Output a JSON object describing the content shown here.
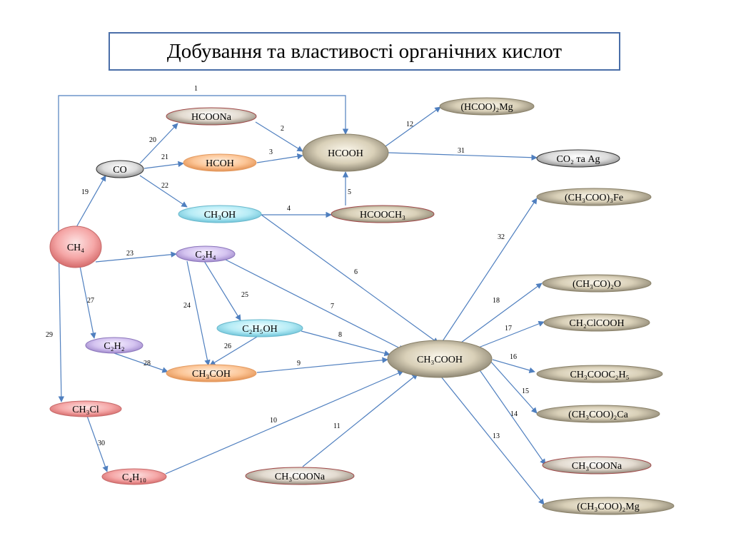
{
  "title": "Добування та властивості органічних кислот",
  "colors": {
    "line": "#4f7fbf",
    "border": "#4a6ea8"
  },
  "nodes": [
    {
      "id": "ch4",
      "label": "CH₄",
      "color": "pink"
    },
    {
      "id": "co",
      "label": "CO",
      "color": "gray"
    },
    {
      "id": "hcoona",
      "label": "HCOONa",
      "color": "mauve"
    },
    {
      "id": "hcoh",
      "label": "HCOH",
      "color": "orange"
    },
    {
      "id": "ch3oh",
      "label": "CH₃OH",
      "color": "cyan"
    },
    {
      "id": "hcooh",
      "label": "HCOOH",
      "color": "tan"
    },
    {
      "id": "hcooch3",
      "label": "HCOOCH₃",
      "color": "tan"
    },
    {
      "id": "hcoo2mg",
      "label": "(HCOO)₂Mg",
      "color": "tan"
    },
    {
      "id": "co2ag",
      "label": "CO₂ та Ag",
      "color": "gray"
    },
    {
      "id": "c2h4",
      "label": "C₂H₄",
      "color": "lavender"
    },
    {
      "id": "c2h5oh",
      "label": "C₂H₅OH",
      "color": "cyan"
    },
    {
      "id": "c2h2",
      "label": "C₂H₂",
      "color": "lavender"
    },
    {
      "id": "ch3coh",
      "label": "CH₃COH",
      "color": "orange"
    },
    {
      "id": "ch3cl",
      "label": "CH₃Cl",
      "color": "pink"
    },
    {
      "id": "c4h10",
      "label": "C₄H₁₀",
      "color": "pink"
    },
    {
      "id": "ch3coona_src",
      "label": "CH₃COONa",
      "color": "mauve"
    },
    {
      "id": "ch3cooh",
      "label": "CH₃COOH",
      "color": "tan"
    },
    {
      "id": "fe",
      "label": "(CH₃COO)₃Fe",
      "color": "tan"
    },
    {
      "id": "anh",
      "label": "(CH₃CO)₂O",
      "color": "tan"
    },
    {
      "id": "clac",
      "label": "CH₂ClCOOH",
      "color": "tan"
    },
    {
      "id": "ester",
      "label": "CH₃COOC₂H₅",
      "color": "tan"
    },
    {
      "id": "ca",
      "label": "(CH₃COO)₂Ca",
      "color": "tan"
    },
    {
      "id": "na",
      "label": "CH₃COONa",
      "color": "mauve"
    },
    {
      "id": "mg",
      "label": "(CH₃COO)₂Mg",
      "color": "tan"
    }
  ],
  "edges": [
    {
      "from": "ch4",
      "to": "hcooh",
      "label": "1"
    },
    {
      "from": "hcoona",
      "to": "hcooh",
      "label": "2"
    },
    {
      "from": "hcoh",
      "to": "hcooh",
      "label": "3"
    },
    {
      "from": "ch3oh",
      "to": "hcooch3",
      "label": "4"
    },
    {
      "from": "hcooch3",
      "to": "hcooh",
      "label": "5"
    },
    {
      "from": "ch3oh",
      "to": "ch3cooh",
      "label": "6"
    },
    {
      "from": "c2h4",
      "to": "ch3cooh",
      "label": "7"
    },
    {
      "from": "c2h5oh",
      "to": "ch3cooh",
      "label": "8"
    },
    {
      "from": "ch3coh",
      "to": "ch3cooh",
      "label": "9"
    },
    {
      "from": "c4h10",
      "to": "ch3cooh",
      "label": "10"
    },
    {
      "from": "ch3coona_src",
      "to": "ch3cooh",
      "label": "11"
    },
    {
      "from": "hcooh",
      "to": "hcoo2mg",
      "label": "12"
    },
    {
      "from": "ch3cooh",
      "to": "mg",
      "label": "13"
    },
    {
      "from": "ch3cooh",
      "to": "na",
      "label": "14"
    },
    {
      "from": "ch3cooh",
      "to": "ca",
      "label": "15"
    },
    {
      "from": "ch3cooh",
      "to": "ester",
      "label": "16"
    },
    {
      "from": "ch3cooh",
      "to": "clac",
      "label": "17"
    },
    {
      "from": "ch3cooh",
      "to": "anh",
      "label": "18"
    },
    {
      "from": "ch4",
      "to": "co",
      "label": "19"
    },
    {
      "from": "co",
      "to": "hcoona",
      "label": "20"
    },
    {
      "from": "co",
      "to": "hcoh",
      "label": "21"
    },
    {
      "from": "co",
      "to": "ch3oh",
      "label": "22"
    },
    {
      "from": "ch4",
      "to": "c2h4",
      "label": "23"
    },
    {
      "from": "c2h4",
      "to": "ch3coh",
      "label": "24"
    },
    {
      "from": "c2h4",
      "to": "c2h5oh",
      "label": "25"
    },
    {
      "from": "c2h5oh",
      "to": "ch3coh",
      "label": "26"
    },
    {
      "from": "ch4",
      "to": "c2h2",
      "label": "27"
    },
    {
      "from": "c2h2",
      "to": "ch3coh",
      "label": "28"
    },
    {
      "from": "ch4",
      "to": "ch3cl",
      "label": "29"
    },
    {
      "from": "ch3cl",
      "to": "c4h10",
      "label": "30"
    },
    {
      "from": "hcooh",
      "to": "co2ag",
      "label": "31"
    },
    {
      "from": "ch3cooh",
      "to": "fe",
      "label": "32"
    }
  ]
}
